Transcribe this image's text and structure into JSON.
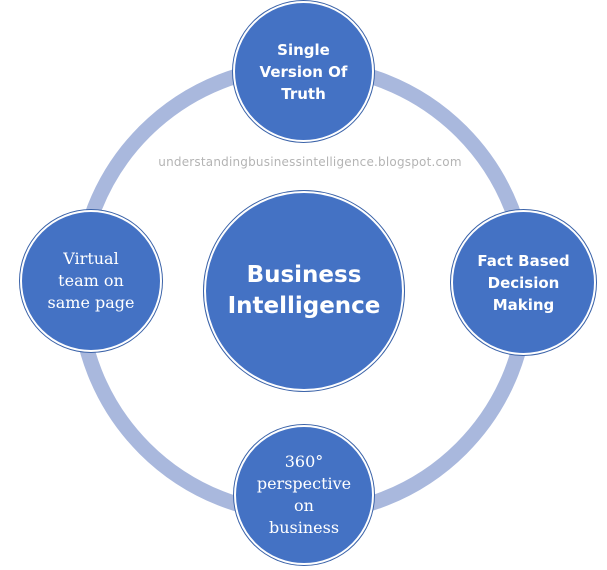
{
  "diagram": {
    "center": "Business\nIntelligence",
    "top": "Single\nVersion Of\nTruth",
    "right": "Fact Based\nDecision\nMaking",
    "bottom": "360°\nperspective\non\nbusiness",
    "left": "Virtual\nteam on\nsame page",
    "watermark": "understandingbusinessintelligence.blogspot.com"
  },
  "colors": {
    "node_fill": "#4472c4",
    "ring": "#a9b8dd",
    "text": "#ffffff",
    "watermark": "#b4b4b4"
  }
}
